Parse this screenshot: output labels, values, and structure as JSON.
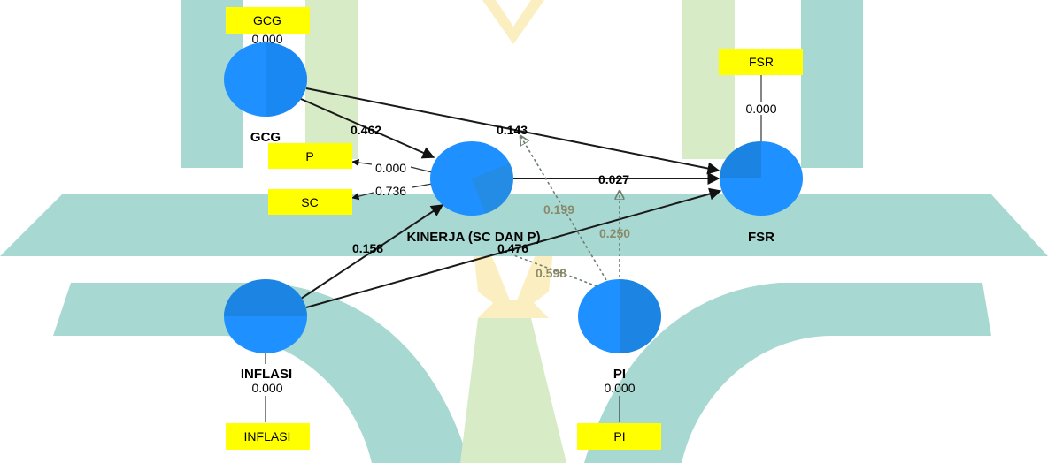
{
  "model": {
    "constructs": {
      "gcg": {
        "label": "GCG",
        "r2": ""
      },
      "kinerja": {
        "label": "KINERJA (SC DAN P)"
      },
      "fsr": {
        "label": "FSR"
      },
      "inflasi": {
        "label": "INFLASI"
      },
      "pi": {
        "label": "PI"
      }
    },
    "indicators": {
      "gcg": {
        "label": "GCG",
        "loading": "0.000"
      },
      "p": {
        "label": "P",
        "loading": "0.000"
      },
      "sc": {
        "label": "SC",
        "loading": "0.736"
      },
      "fsr": {
        "label": "FSR",
        "loading": "0.000"
      },
      "inflasi": {
        "label": "INFLASI",
        "loading": "0.000"
      },
      "pi": {
        "label": "PI",
        "loading": "0.000"
      }
    },
    "paths": {
      "gcg_kinerja": "0.462",
      "gcg_fsr": "0.143",
      "kinerja_fsr": "0.027",
      "inflasi_kinerja": "0.158",
      "inflasi_fsr": "0.476",
      "pi_gcgfsr": "0.199",
      "pi_kinerjafsr": "0.250",
      "pi_inflasifsr": "0.598"
    }
  },
  "colors": {
    "construct_fill": "#1e90ff",
    "indicator_fill": "#ffff00",
    "watermark_teal": "#a8d8d2",
    "watermark_green": "#d6ebc6",
    "watermark_gold": "#fbeec0"
  }
}
